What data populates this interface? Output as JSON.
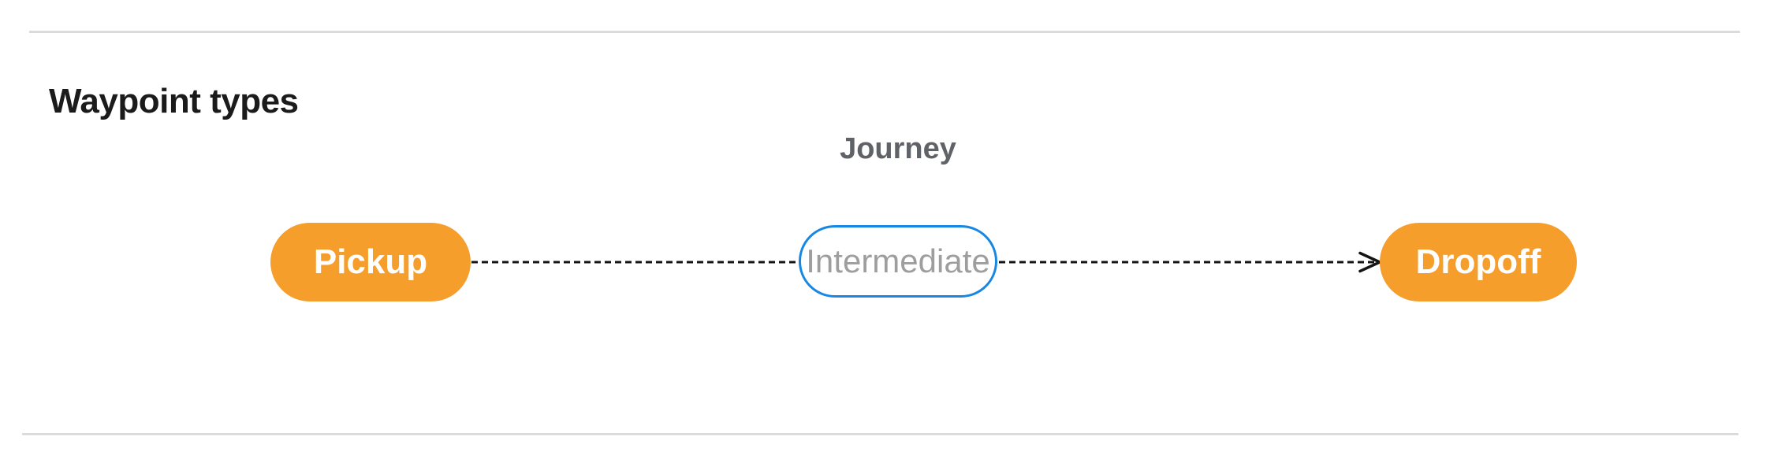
{
  "section": {
    "title": "Waypoint types"
  },
  "diagram": {
    "group_label": "Journey",
    "nodes": [
      {
        "label": "Pickup"
      },
      {
        "label": "Intermediate"
      },
      {
        "label": "Dropoff"
      }
    ],
    "connections": [
      {
        "from": "Pickup",
        "via": "Intermediate",
        "to": "Dropoff",
        "style": "dashed-arrow"
      }
    ],
    "colors": {
      "endpoint_fill": "#F59E2C",
      "endpoint_text": "#FFFFFF",
      "intermediate_border": "#1787E3",
      "intermediate_text": "#9E9E9E",
      "group_label_text": "#5F6368",
      "section_title_text": "#1B1B1B",
      "connector_line": "#141414",
      "divider": "#DBDBDB",
      "background": "#FFFFFF"
    }
  }
}
